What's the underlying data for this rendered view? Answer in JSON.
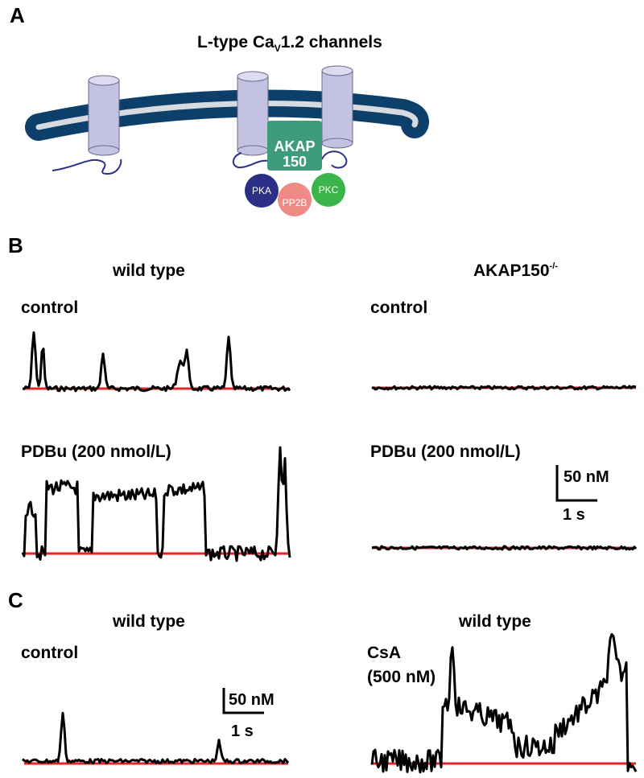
{
  "panels": {
    "A": {
      "letter": "A",
      "title_main": "L-type Ca",
      "title_sub": "V",
      "title_rest": "1.2 channels",
      "proteins": {
        "akap_line1": "AKAP",
        "akap_line2": "150",
        "pka": "PKA",
        "pp2b": "PP2B",
        "pkc": "PKC"
      }
    },
    "B": {
      "letter": "B",
      "left_header": "wild type",
      "right_header_main": "AKAP150",
      "right_header_sup": "-/-",
      "left_control": "control",
      "right_control": "control",
      "left_pdbu": "PDBu (200 nmol/L)",
      "right_pdbu": "PDBu (200 nmol/L)",
      "scale_y": "50 nM",
      "scale_x": "1 s"
    },
    "C": {
      "letter": "C",
      "left_header": "wild type",
      "right_header": "wild type",
      "left_control": "control",
      "right_label_line1": "CsA",
      "right_label_line2": "(500 nM)",
      "scale_y": "50 nM",
      "scale_x": "1 s"
    }
  },
  "colors": {
    "membrane": "#0d3f6b",
    "membrane_core": "#d7dbe0",
    "channel": "#c4c2e3",
    "akap": "#3f9c7a",
    "pka": "#2b2f86",
    "pp2b": "#ef8a85",
    "pkc": "#3bb44a",
    "trace": "#000000",
    "baseline": "#e0262a"
  }
}
